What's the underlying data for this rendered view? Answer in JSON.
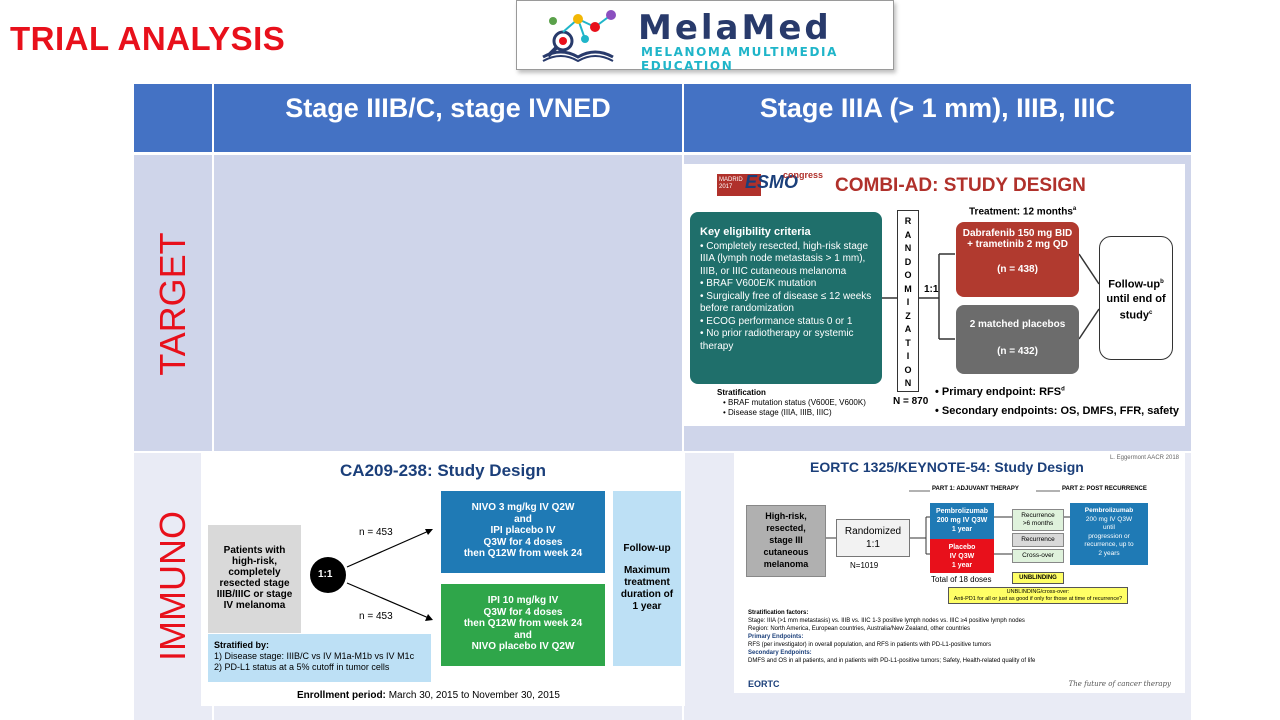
{
  "slide": {
    "title": "TRIAL ANALYSIS"
  },
  "logo": {
    "word": "MelaMed",
    "subtitle": "MELANOMA MULTIMEDIA EDUCATION"
  },
  "table": {
    "col1_header": "Stage IIIB/C, stage IVNED",
    "col2_header": "Stage IIIA (> 1 mm), IIIB, IIIC",
    "row1_label": "TARGET",
    "row2_label": "IMMUNO"
  },
  "combi": {
    "congress_madrid": "MADRID",
    "congress_year": "2017",
    "congress_esmo": "ESMO",
    "congress_word": "congress",
    "title": "COMBI-AD: STUDY DESIGN",
    "eligibility_title": "Key eligibility criteria",
    "eligibility_items": [
      "• Completely resected, high-risk stage IIIA (lymph node metastasis > 1 mm), IIIB, or IIIC cutaneous melanoma",
      "• BRAF V600E/K mutation",
      "• Surgically free of disease ≤ 12 weeks before randomization",
      "• ECOG performance status 0 or 1",
      "• No prior radiotherapy or systemic therapy"
    ],
    "stratification_title": "Stratification",
    "stratification_items": [
      "• BRAF mutation status (V600E, V600K)",
      "• Disease stage (IIIA, IIIB, IIIC)"
    ],
    "randomization_letters": [
      "R",
      "A",
      "N",
      "D",
      "O",
      "M",
      "I",
      "Z",
      "A",
      "T",
      "I",
      "O",
      "N"
    ],
    "n_total": "N = 870",
    "ratio": "1:1",
    "treatment_label": "Treatment: 12 months",
    "treatment_sup": "a",
    "arm1_text": "Dabrafenib 150 mg BID + trametinib 2 mg QD",
    "arm1_n": "(n = 438)",
    "arm2_text": "2 matched placebos",
    "arm2_n": "(n = 432)",
    "followup_text": "Follow-up",
    "followup_sup": "b",
    "followup_text2": "until end of study",
    "followup_sup2": "c",
    "primary": "• Primary endpoint: RFS",
    "primary_sup": "d",
    "secondary": "• Secondary endpoints: OS, DMFS, FFR, safety"
  },
  "ca209": {
    "title": "CA209-238: Study Design",
    "patients": "Patients with high-risk, completely resected stage IIIB/IIIC or stage IV melanoma",
    "ratio": "1:1",
    "n_top": "n = 453",
    "n_bottom": "n = 453",
    "arm1": [
      "NIVO 3 mg/kg IV Q2W",
      "and",
      "IPI placebo IV",
      "Q3W for 4 doses",
      "then Q12W from week 24"
    ],
    "arm2": [
      "IPI 10 mg/kg IV",
      "Q3W for 4 doses",
      "then Q12W from week 24",
      "and",
      "NIVO placebo IV Q2W"
    ],
    "followup": [
      "Follow-up",
      "",
      "Maximum",
      "treatment",
      "duration of",
      "1 year"
    ],
    "strat_title": "Stratified by:",
    "strat_items": [
      "1)  Disease stage: IIIB/C vs IV M1a-M1b vs IV M1c",
      "2)  PD-L1 status at a 5% cutoff in tumor cells"
    ],
    "enrollment_label": "Enrollment period:",
    "enrollment_value": "March 30, 2015 to November 30, 2015"
  },
  "keynote": {
    "credit": "L. Eggermont AACR 2018",
    "title": "EORTC 1325/KEYNOTE-54: Study Design",
    "part1": "PART 1: ADJUVANT THERAPY",
    "part2": "PART 2: POST RECURRENCE",
    "patients": [
      "High-risk,",
      "resected,",
      "stage III",
      "cutaneous",
      "melanoma"
    ],
    "randomized": [
      "Randomized",
      "1:1"
    ],
    "n": "N=1019",
    "pembro": [
      "Pembrolizumab",
      "200 mg IV Q3W",
      "1 year"
    ],
    "placebo": [
      "Placebo",
      "IV Q3W",
      "1 year"
    ],
    "doses": "Total of 18 doses",
    "recurrence1": [
      "Recurrence",
      ">6 months"
    ],
    "recurrence2": "Recurrence",
    "crossover": "Cross-over",
    "unblinding": "UNBLINDING",
    "unblinding_note": [
      "UNBLINDING/cross-over:",
      "Anti-PD1 for all or just as good if only for those at time of recurrence?"
    ],
    "part2_box": [
      "Pembrolizumab",
      "200 mg IV Q3W",
      "until",
      "progression or",
      "recurrence, up to",
      "2 years"
    ],
    "strat_title": "Stratification factors:",
    "strat_items": [
      "Stage: IIIA (>1 mm metastasis) vs. IIIB vs. IIIC 1-3 positive lymph nodes vs. IIIC ≥4 positive lymph nodes",
      "Region: North America, European countries, Australia/New Zealand, other countries"
    ],
    "primary_title": "Primary Endpoints:",
    "primary_items": [
      "RFS (per investigator) in overall population, and RFS in patients with PD-L1-positive tumors"
    ],
    "secondary_title": "Secondary Endpoints:",
    "secondary_items": [
      "DMFS and OS in all patients, and in patients with PD-L1-positive tumors; Safety, Health-related quality of life"
    ],
    "eortc": "EORTC",
    "tagline": "The future of cancer therapy"
  },
  "colors": {
    "title_red": "#e8101b",
    "header_blue": "#4472c4",
    "row_light": "#cfd5ea",
    "row_lighter": "#e9ebf5",
    "combi_teal": "#1f6f6b",
    "combi_red": "#b13a2f",
    "combi_gray": "#6c6c6c"
  }
}
